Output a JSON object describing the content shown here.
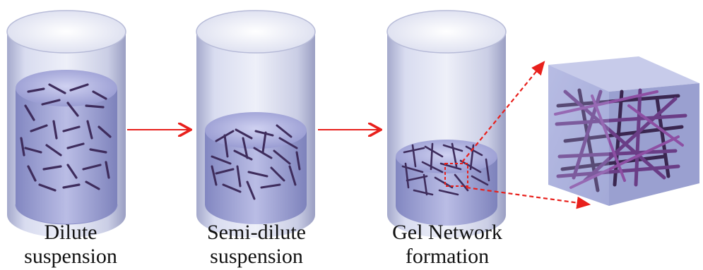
{
  "stages": [
    {
      "line1": "Dilute",
      "line2": "suspension"
    },
    {
      "line1": "Semi-dilute",
      "line2": "suspension"
    },
    {
      "line1": "Gel Network",
      "line2": "formation"
    }
  ],
  "colors": {
    "arrow": "#e8201c",
    "cylinder_glass": "#c8cde6",
    "liquid": "#a9acdc",
    "rod_dark": "#3b2a55",
    "rod_purple": "#6a3d86",
    "cube_face": "#aeb4dc"
  }
}
